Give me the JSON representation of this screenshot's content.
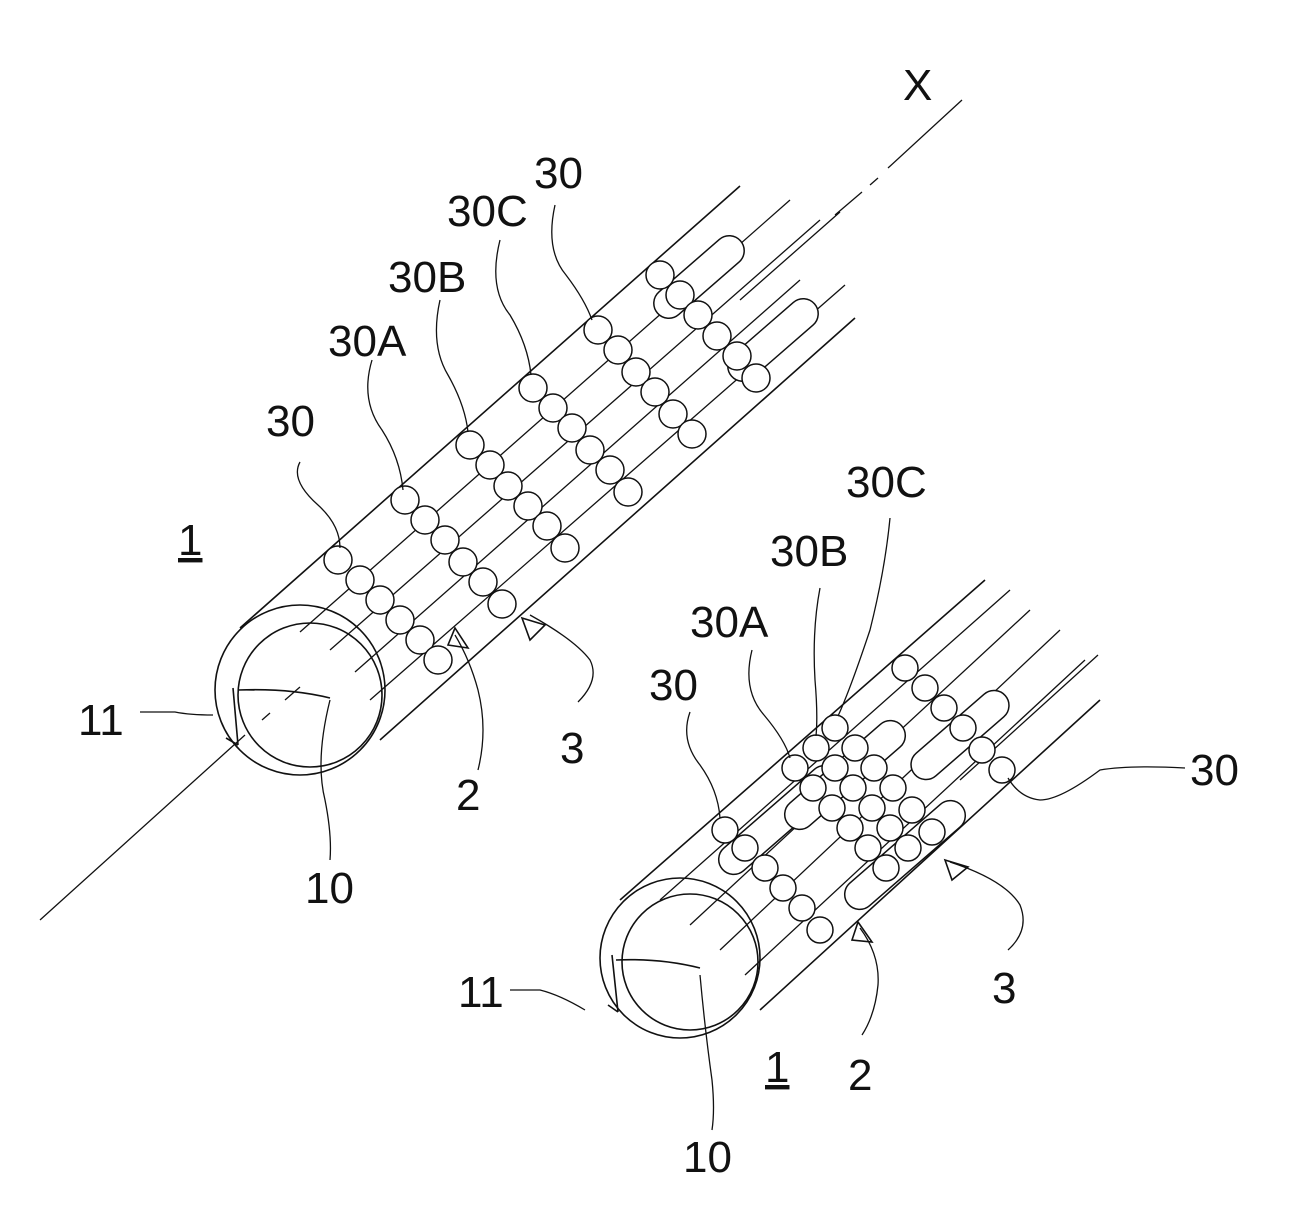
{
  "figure": {
    "axis_label": "X",
    "top_view": {
      "ref_1": "1",
      "ref_30_left": "30",
      "ref_30a": "30A",
      "ref_30b": "30B",
      "ref_30c": "30C",
      "ref_30_top": "30",
      "ref_11": "11",
      "ref_10": "10",
      "ref_2": "2",
      "ref_3": "3"
    },
    "bottom_view": {
      "ref_1": "1",
      "ref_30_left": "30",
      "ref_30a": "30A",
      "ref_30b": "30B",
      "ref_30c": "30C",
      "ref_30_right": "30",
      "ref_11": "11",
      "ref_10": "10",
      "ref_2": "2",
      "ref_3": "3"
    }
  }
}
